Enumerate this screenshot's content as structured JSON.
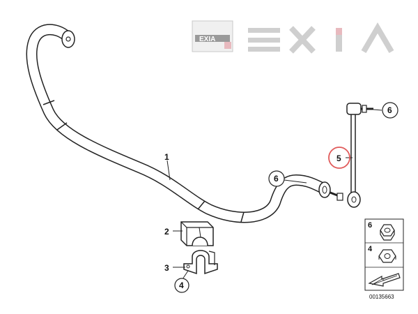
{
  "watermark": {
    "badge_text": "EXIA",
    "logo_text": "EXIA",
    "accent_color": "#e8b9be",
    "letter_color": "#cfcfcf"
  },
  "parts": [
    {
      "id": "part-1",
      "label": "1",
      "name": "stabilizer-bar"
    },
    {
      "id": "part-2",
      "label": "2",
      "name": "rubber-mounting"
    },
    {
      "id": "part-3",
      "label": "3",
      "name": "mounting-clamp"
    },
    {
      "id": "part-4",
      "label": "4",
      "name": "clamp-nut-callout"
    },
    {
      "id": "part-5",
      "label": "5",
      "name": "stabilizer-link"
    },
    {
      "id": "part-6a",
      "label": "6",
      "name": "link-upper-nut-callout"
    },
    {
      "id": "part-6b",
      "label": "6",
      "name": "link-lower-nut-callout"
    }
  ],
  "legend": {
    "items": [
      {
        "label": "6",
        "name": "collar-nut"
      },
      {
        "label": "4",
        "name": "hex-nut"
      }
    ]
  },
  "diagram_number": "00135663",
  "highlight_color": "#e05a5a"
}
